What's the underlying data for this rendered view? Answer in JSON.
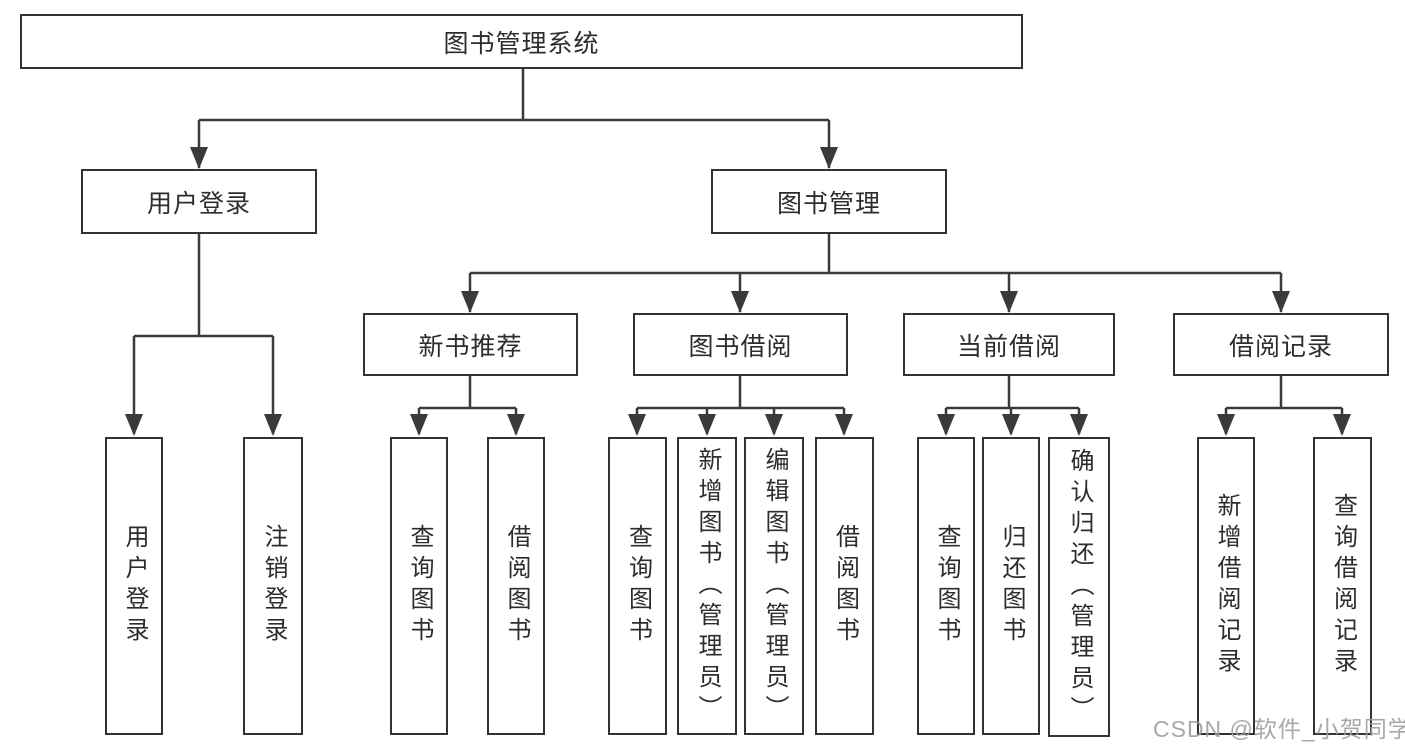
{
  "diagram": {
    "title": "图书管理系统",
    "type": "hierarchy-tree",
    "colors": {
      "line": "#3a3a3a",
      "box_border": "#333333",
      "text": "#2d2d2d",
      "watermark": "#9e9e9e",
      "background": "#ffffff"
    },
    "nodes": {
      "root": {
        "label": "图书管理系统"
      },
      "level2": [
        {
          "label": "用户登录"
        },
        {
          "label": "图书管理"
        }
      ],
      "level3": [
        {
          "label": "新书推荐"
        },
        {
          "label": "图书借阅"
        },
        {
          "label": "当前借阅"
        },
        {
          "label": "借阅记录"
        }
      ],
      "level4": [
        {
          "label": "用户登录"
        },
        {
          "label": "注销登录"
        },
        {
          "label": "查询图书"
        },
        {
          "label": "借阅图书"
        },
        {
          "label": "查询图书"
        },
        {
          "label": "新增图书（管理员）"
        },
        {
          "label": "编辑图书（管理员）"
        },
        {
          "label": "借阅图书"
        },
        {
          "label": "查询图书"
        },
        {
          "label": "归还图书"
        },
        {
          "label": "确认归还（管理员）"
        },
        {
          "label": "新增借阅记录"
        },
        {
          "label": "查询借阅记录"
        }
      ]
    },
    "watermark": "CSDN @软件_小贺同学"
  }
}
